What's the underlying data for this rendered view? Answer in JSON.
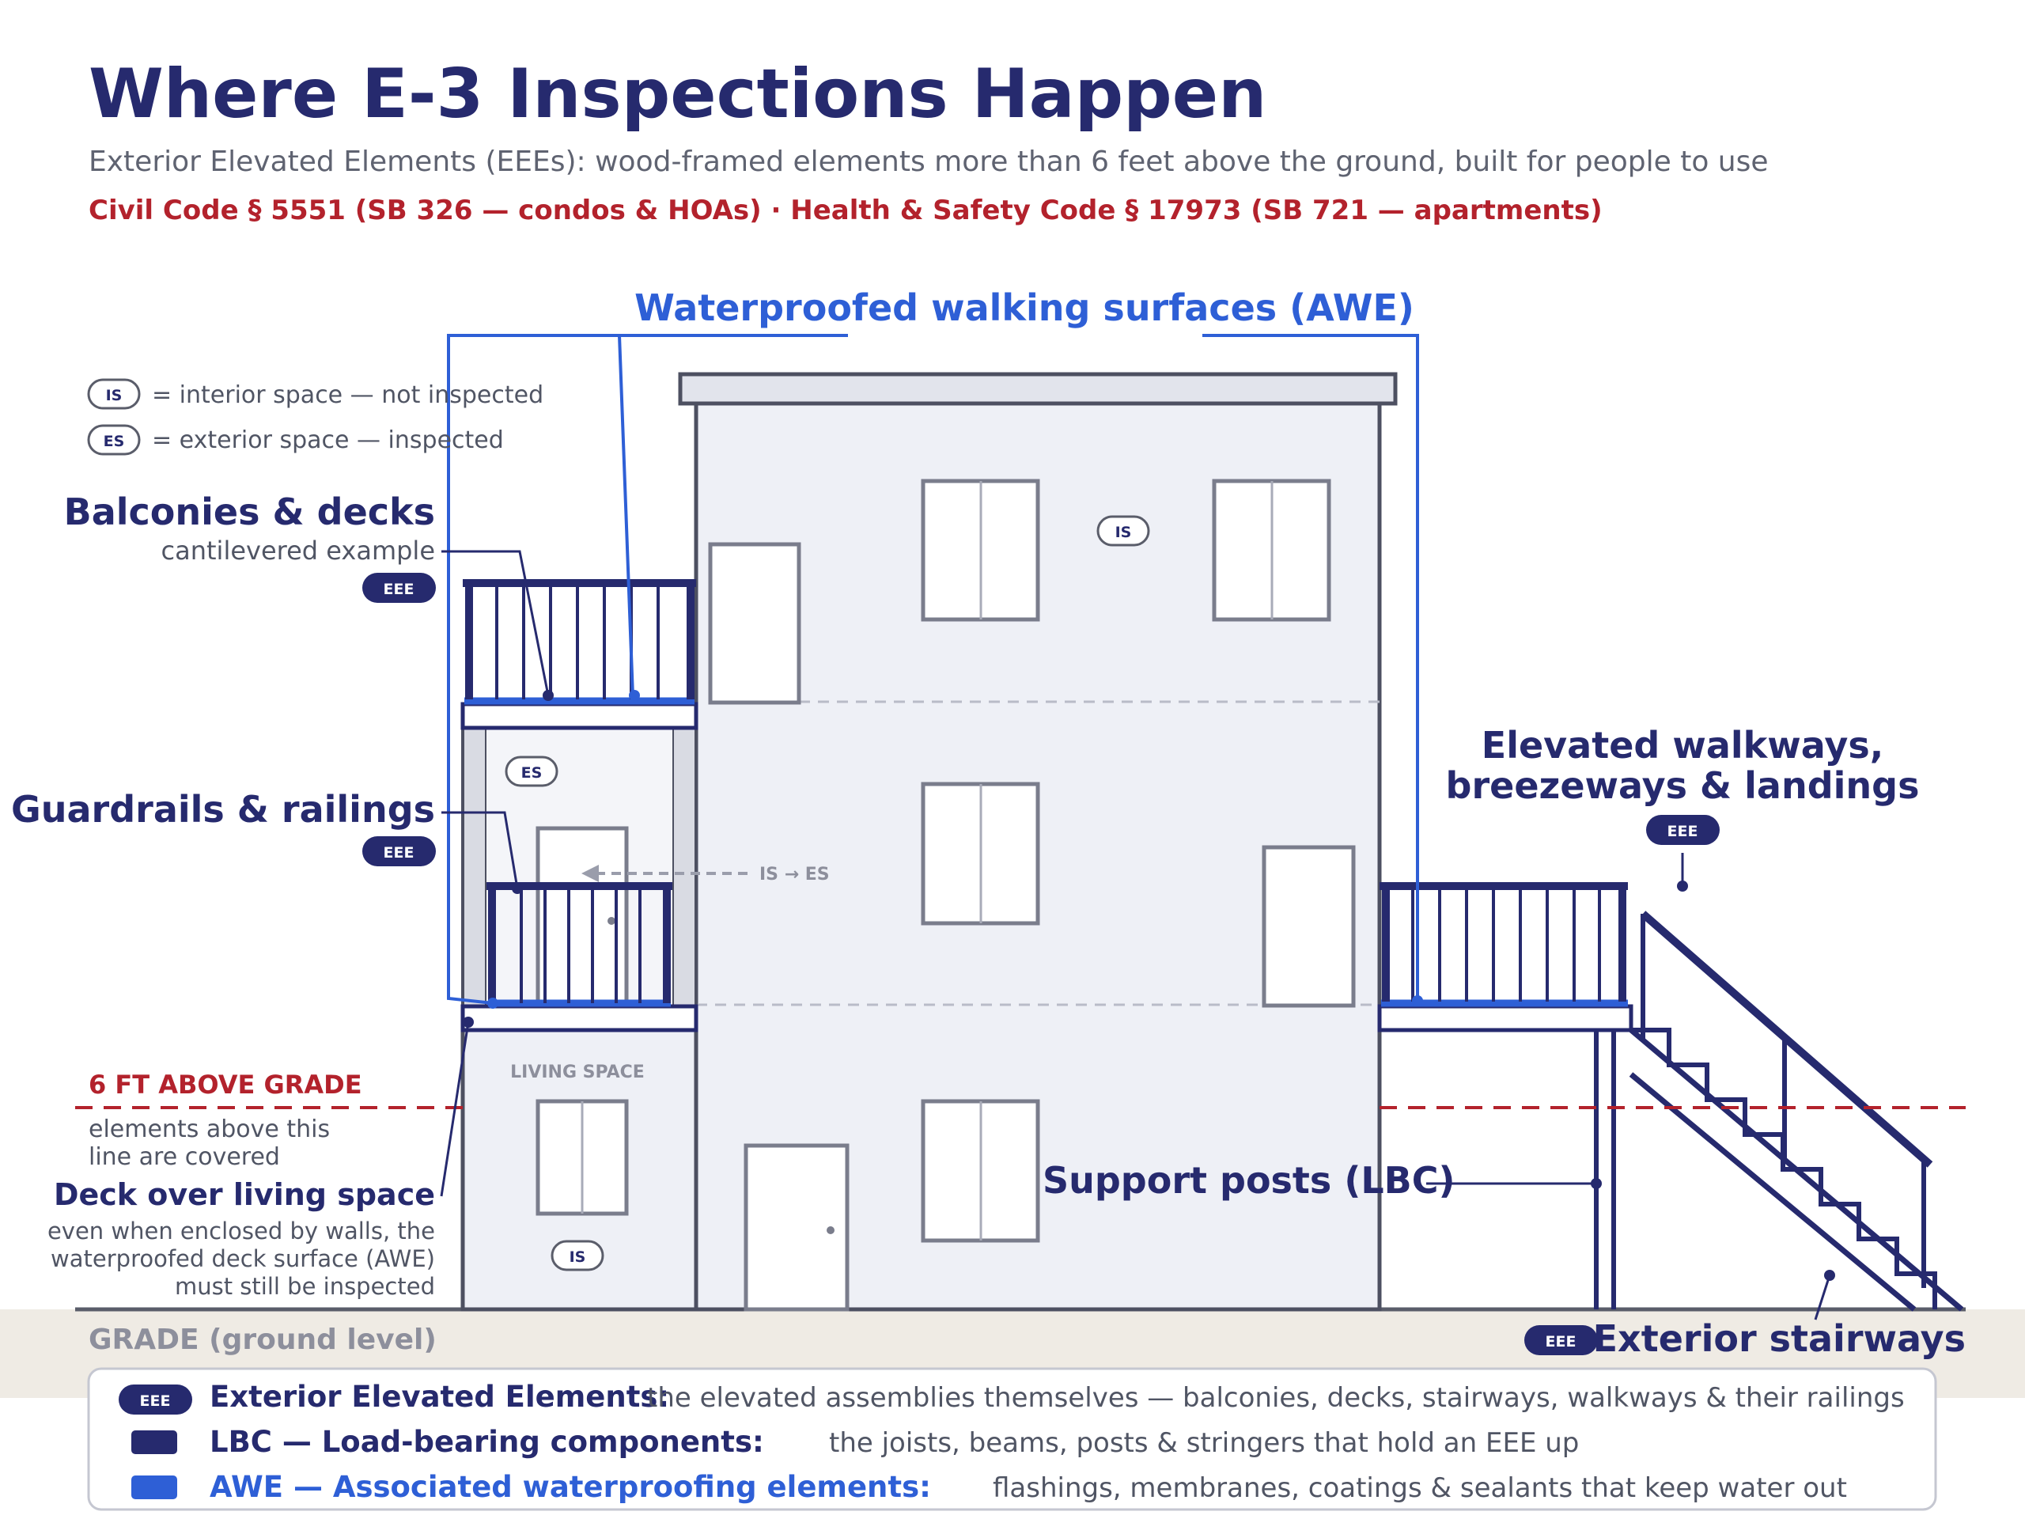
{
  "title": "Where E-3 Inspections Happen",
  "subtitle": "Exterior Elevated Elements (EEEs): wood-framed elements more than 6 feet above the ground, built for people to use",
  "codes": "Civil Code § 5551 (SB 326 — condos & HOAs)  ·  Health & Safety Code § 17973 (SB 721 — apartments)",
  "awe_heading": "Waterproofed walking surfaces (AWE)",
  "key": {
    "is_badge": "IS",
    "is_text": "= interior space — not inspected",
    "es_badge": "ES",
    "es_text": "= exterior space — inspected"
  },
  "labels": {
    "balconies": "Balconies & decks",
    "balconies_note": "cantilevered example",
    "guardrails": "Guardrails & railings",
    "walkways_line1": "Elevated walkways,",
    "walkways_line2": "breezeways & landings",
    "six_ft": "6 FT ABOVE GRADE",
    "six_ft_note1": "elements above this",
    "six_ft_note2": "line are covered",
    "deck_over": "Deck over living space",
    "deck_note1": "even when enclosed by walls, the",
    "deck_note2": "waterproofed deck surface (AWE)",
    "deck_note3": "must still be inspected",
    "support_posts": "Support posts (LBC)",
    "exterior_stairways": "Exterior stairways",
    "living_space": "LIVING SPACE",
    "is_to_es": "IS → ES",
    "grade": "GRADE (ground level)"
  },
  "badges": {
    "eee": "EEE",
    "is": "IS",
    "es": "ES"
  },
  "legend": [
    {
      "swatch": "eee-pill",
      "term": "Exterior Elevated Elements:",
      "desc": "the elevated assemblies themselves — balconies, decks, stairways, walkways & their railings",
      "color": "#262a6e"
    },
    {
      "swatch": "navy-bar",
      "term": "LBC — Load-bearing components:",
      "desc": "the joists, beams, posts & stringers that hold an EEE up",
      "color": "#262a6e"
    },
    {
      "swatch": "blue-bar",
      "term": "AWE — Associated waterproofing elements:",
      "desc": "flashings, membranes, coatings & sealants that keep water out",
      "color": "#2e5fd6"
    }
  ],
  "colors": {
    "navy": "#262a6e",
    "awe_blue": "#2e5fd6",
    "code_red": "#b3222c",
    "wall": "#eef0f6",
    "ground": "#efebe4"
  }
}
